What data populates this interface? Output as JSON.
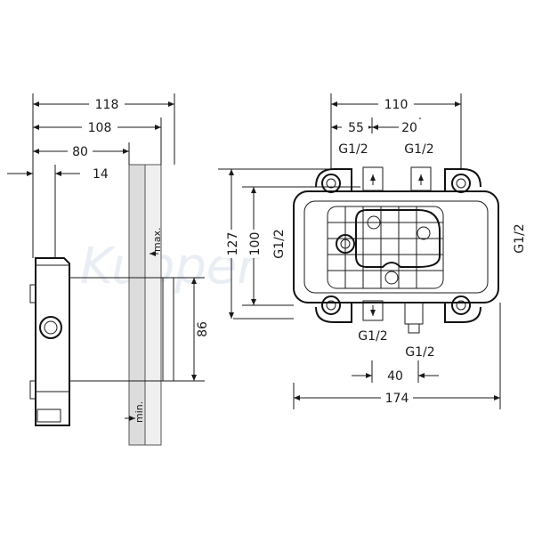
{
  "watermark": "Kupper",
  "side_view": {
    "dims": {
      "d118": "118",
      "d108": "108",
      "d80": "80",
      "d14": "14",
      "d86": "86"
    },
    "labels": {
      "max": "max.",
      "min": "min."
    }
  },
  "front_view": {
    "dims": {
      "d110": "110",
      "d55": "55",
      "d20": "20",
      "d127": "127",
      "d100": "100",
      "d40": "40",
      "d174": "174"
    },
    "threads": {
      "top_left": "G1/2",
      "top_right": "G1/2",
      "left": "G1/2",
      "right": "G1/2",
      "bottom_left": "G1/2",
      "bottom_right": "G1/2"
    }
  }
}
